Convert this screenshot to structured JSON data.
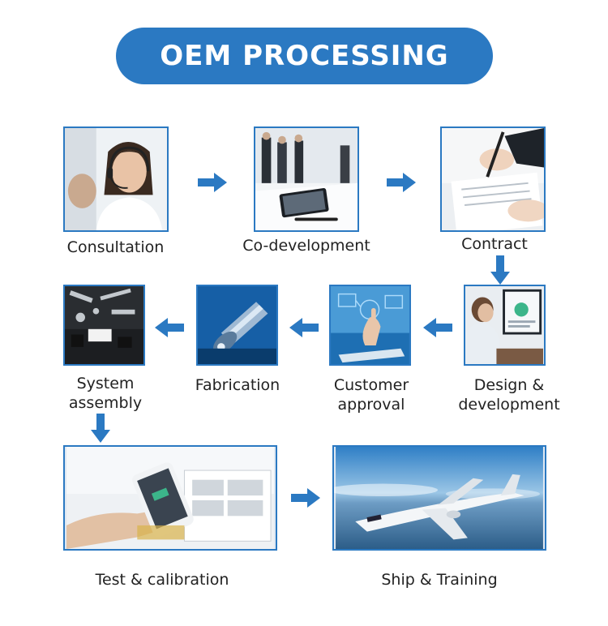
{
  "title": "OEM PROCESSING",
  "accent_color": "#2b79c2",
  "steps": [
    {
      "label": "Consultation",
      "icon": "headset-operator-photo"
    },
    {
      "label": "Co-development",
      "icon": "meeting-tablet-photo"
    },
    {
      "label": "Contract",
      "icon": "signing-document-photo"
    },
    {
      "label": "Design & development",
      "line1": "Design &",
      "line2": "development",
      "icon": "designer-monitor-photo"
    },
    {
      "label": "Customer approval",
      "line1": "Customer",
      "line2": "approval",
      "icon": "tablet-touch-photo"
    },
    {
      "label": "Fabrication",
      "icon": "cnc-machining-photo"
    },
    {
      "label": "System assembly",
      "line1": "System",
      "line2": "assembly",
      "icon": "parts-assembly-photo"
    },
    {
      "label": "Test & calibration",
      "icon": "phone-testing-photo"
    },
    {
      "label": "Ship & Training",
      "icon": "airplane-photo"
    }
  ]
}
